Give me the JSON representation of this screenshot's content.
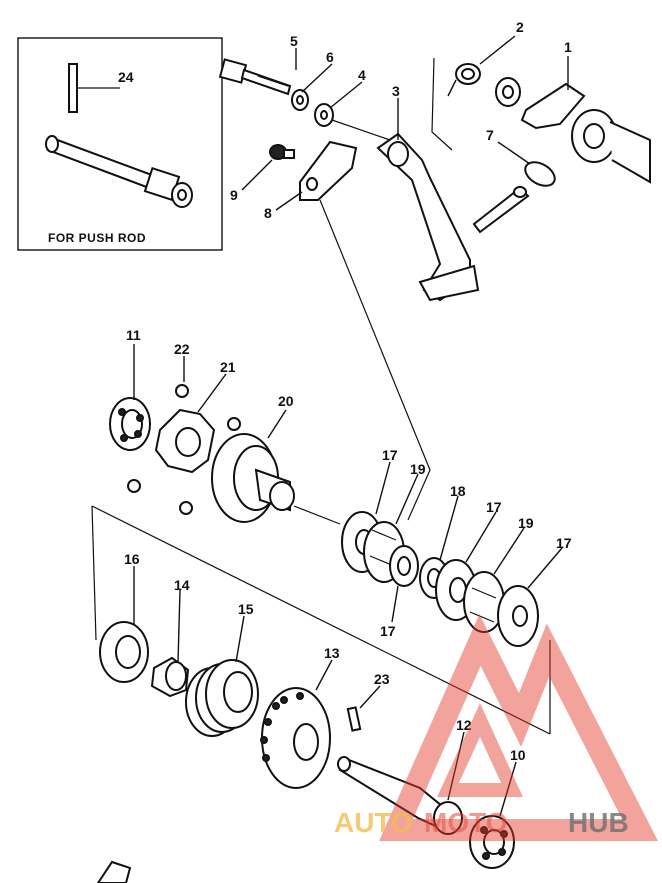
{
  "inset": {
    "caption": "FOR PUSH ROD",
    "part_number": "24"
  },
  "callouts": [
    "1",
    "2",
    "3",
    "4",
    "5",
    "6",
    "7",
    "8",
    "9",
    "10",
    "11",
    "12",
    "13",
    "14",
    "15",
    "16",
    "17",
    "17",
    "17",
    "17",
    "18",
    "19",
    "19",
    "20",
    "21",
    "22",
    "23"
  ],
  "watermark": {
    "part1": "AUTO",
    "part2": "MOTO",
    "part3": "HUB",
    "colors": {
      "triangle": "#e23a2a",
      "auto": "#f2b233",
      "moto": "#e23a2a",
      "hub": "#555555"
    }
  }
}
